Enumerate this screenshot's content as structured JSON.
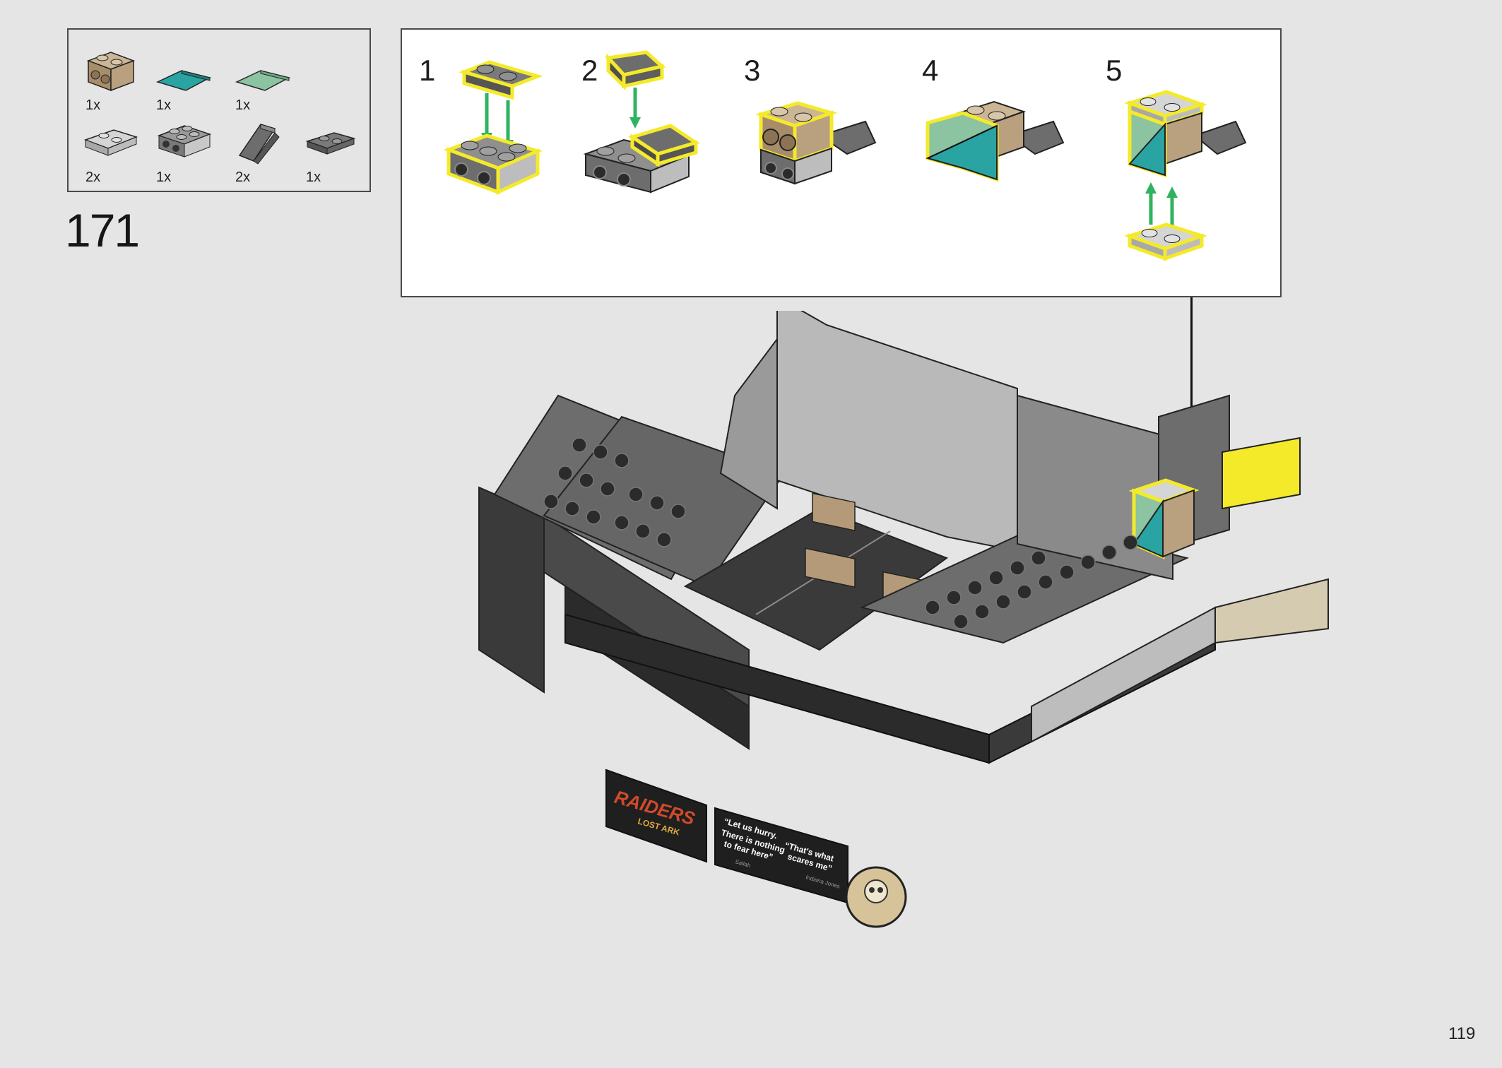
{
  "parts": [
    {
      "name": "tan-brick-1x2-studs-side",
      "qty": "1x",
      "color": "#b59a79"
    },
    {
      "name": "teal-wedge-tile",
      "qty": "1x",
      "color": "#2aa3a3"
    },
    {
      "name": "transparent-green-wedge-tile",
      "qty": "1x",
      "color": "#8cc3a0"
    },
    {
      "name": "light-gray-plate-1x2-rail",
      "qty": "2x",
      "color": "#b9b9b9"
    },
    {
      "name": "dark-gray-brick-2x2-studs-side",
      "qty": "1x",
      "color": "#6d6d6d"
    },
    {
      "name": "dark-gray-slope-curved",
      "qty": "2x",
      "color": "#6d6d6d"
    },
    {
      "name": "dark-gray-plate-1x2",
      "qty": "1x",
      "color": "#6d6d6d"
    }
  ],
  "step_number": "171",
  "sub_steps": [
    {
      "number": "1"
    },
    {
      "number": "2"
    },
    {
      "number": "3"
    },
    {
      "number": "4"
    },
    {
      "number": "5"
    }
  ],
  "model": {
    "sign_title": "RAIDERS",
    "sign_subtitle": "LOST ARK",
    "quote_1_lines": [
      "“Let us hurry.",
      "There is nothing",
      "to fear here”"
    ],
    "quote_1_author": "Sallah",
    "quote_2_lines": [
      "“That's what",
      "scares me”"
    ],
    "quote_2_author": "Indiana Jones"
  },
  "page_number": "119",
  "colors": {
    "background": "#e5e5e5",
    "highlight": "#f4ea2a",
    "arrow_green": "#2fb35e",
    "dark_gray": "#6d6d6d",
    "light_gray": "#b9b9b9",
    "black": "#2b2b2b"
  }
}
